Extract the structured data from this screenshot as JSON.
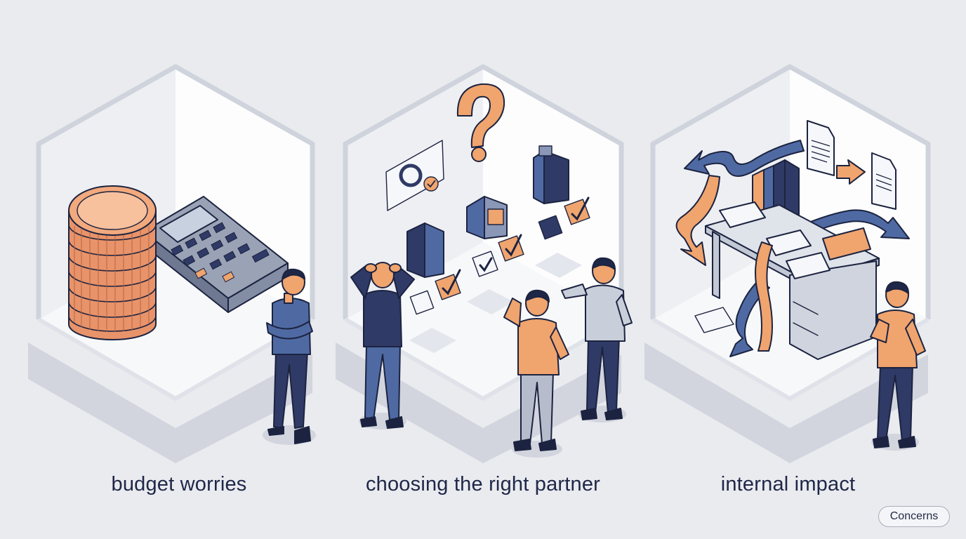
{
  "panels": [
    {
      "caption": "budget worries",
      "icons": [
        "coin-stack-icon",
        "calculator-icon",
        "person-arms-crossed-icon"
      ]
    },
    {
      "caption": "choosing the right partner",
      "icons": [
        "question-mark-icon",
        "building-icon",
        "checkmark-icon",
        "person-confused-icon"
      ]
    },
    {
      "caption": "internal impact",
      "icons": [
        "document-icon",
        "binder-icon",
        "desk-icon",
        "arrow-icon",
        "person-thinking-icon"
      ]
    }
  ],
  "tag": {
    "label": "Concerns"
  },
  "colors": {
    "background": "#e9ebef",
    "navy": "#2f3a66",
    "orange": "#f0a46e",
    "steel": "#4f6aa3",
    "outline": "#1c2340"
  }
}
